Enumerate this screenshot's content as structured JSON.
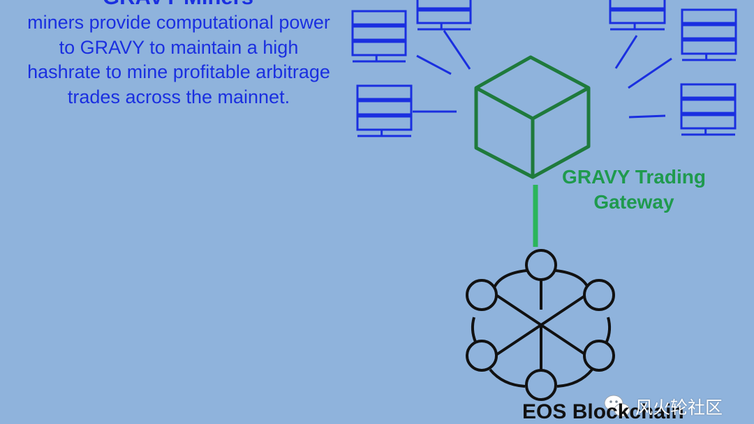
{
  "miners": {
    "heading": "GRAVY Miners",
    "description": "miners provide computational power to GRAVY to maintain a high hashrate to mine profitable arbitrage trades across the mainnet."
  },
  "gateway": {
    "line1": "GRAVY Trading",
    "line2": "Gateway"
  },
  "blockchain": {
    "label": "EOS Blockchain"
  },
  "watermark": {
    "text": "风火轮社区",
    "icon": "wechat-icon"
  },
  "colors": {
    "background": "#8fb3dc",
    "miner_blue": "#1a2fe0",
    "gateway_green": "#1f7a3c",
    "connector_green": "#2bb55a",
    "label_green": "#1f9a4e",
    "network_black": "#111111"
  }
}
